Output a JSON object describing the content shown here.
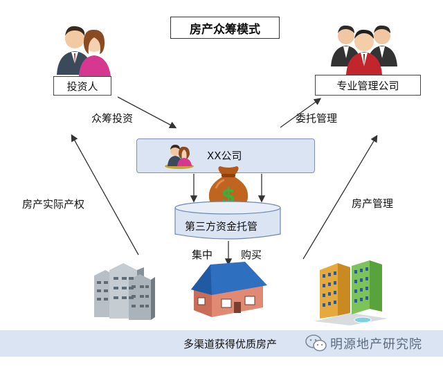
{
  "title": "房产众筹模式",
  "investor": {
    "label": "投资人"
  },
  "manager": {
    "label": "专业管理公司"
  },
  "company": {
    "label": "XX公司"
  },
  "trustee": {
    "label": "第三方资金托管"
  },
  "flows": {
    "crowdfund": "众筹投资",
    "entrust": "委托管理",
    "ownership": "房产实际产权",
    "property_mgmt": "房产管理",
    "concentrate": "集中",
    "purchase": "购买"
  },
  "footer": {
    "label": "多渠道获得优质房产"
  },
  "watermark": {
    "label": "明源地产研究院",
    "icon": "wechat-icon"
  },
  "colors": {
    "band": "#dbe4f3",
    "company_fill": "#dbe4f3",
    "money_bag": "#c0651f",
    "dollar": "#3fae3a"
  }
}
